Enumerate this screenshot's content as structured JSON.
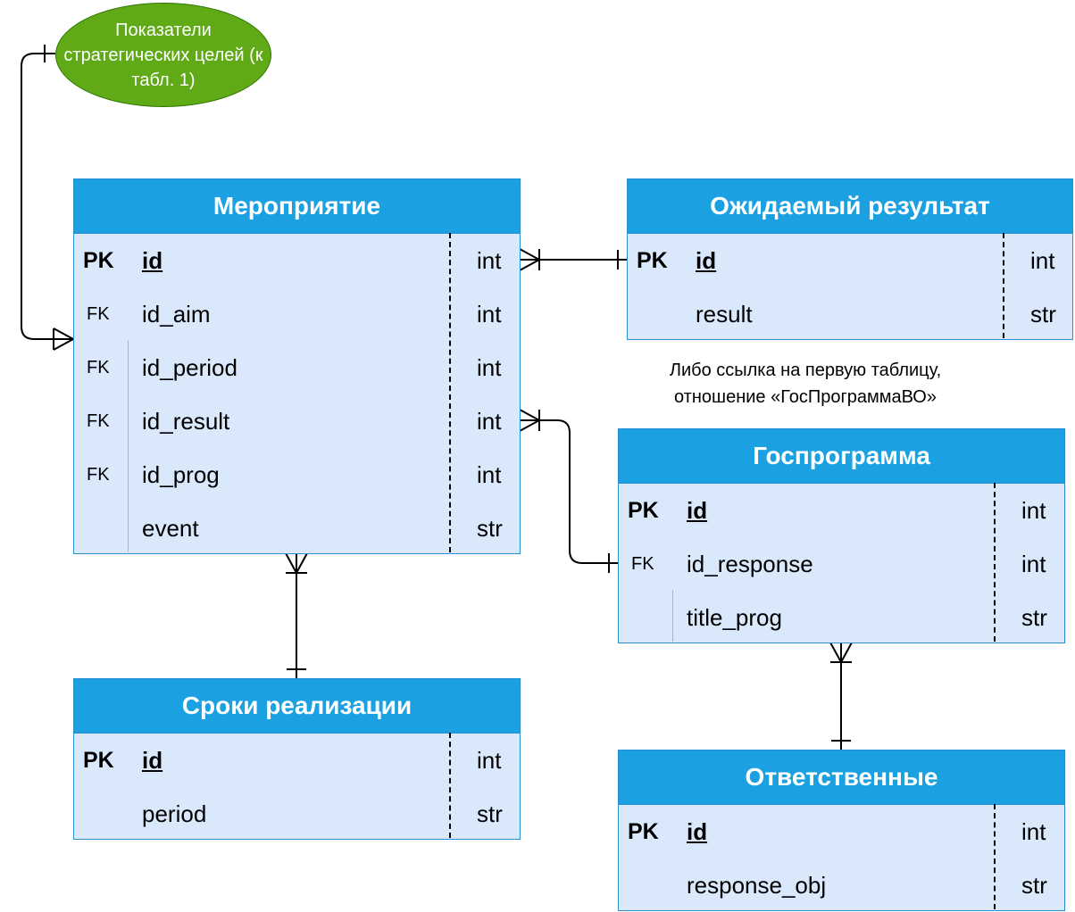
{
  "goals_ellipse": {
    "label": "Показатели стратегических целей (к табл. 1)"
  },
  "note": {
    "line1": "Либо ссылка на первую таблицу,",
    "line2": "отношение «ГосПрограммаВО»"
  },
  "entities": {
    "event": {
      "title": "Мероприятие",
      "rows": [
        {
          "key": "PK",
          "name": "id",
          "type": "int"
        },
        {
          "key": "FK",
          "name": "id_aim",
          "type": "int"
        },
        {
          "key": "FK",
          "name": "id_period",
          "type": "int"
        },
        {
          "key": "FK",
          "name": "id_result",
          "type": "int"
        },
        {
          "key": "FK",
          "name": "id_prog",
          "type": "int"
        },
        {
          "key": "",
          "name": "event",
          "type": "str"
        }
      ]
    },
    "result": {
      "title": "Ожидаемый результат",
      "rows": [
        {
          "key": "PK",
          "name": "id",
          "type": "int"
        },
        {
          "key": "",
          "name": "result",
          "type": "str"
        }
      ]
    },
    "program": {
      "title": "Госпрограмма",
      "rows": [
        {
          "key": "PK",
          "name": "id",
          "type": "int"
        },
        {
          "key": "FK",
          "name": "id_response",
          "type": "int"
        },
        {
          "key": "",
          "name": "title_prog",
          "type": "str"
        }
      ]
    },
    "period": {
      "title": "Сроки реализации",
      "rows": [
        {
          "key": "PK",
          "name": "id",
          "type": "int"
        },
        {
          "key": "",
          "name": "period",
          "type": "str"
        }
      ]
    },
    "responsible": {
      "title": "Ответственные",
      "rows": [
        {
          "key": "PK",
          "name": "id",
          "type": "int"
        },
        {
          "key": "",
          "name": "response_obj",
          "type": "str"
        }
      ]
    }
  },
  "relations": [
    {
      "from": "goals",
      "to": "event.id_aim",
      "from_end": "one",
      "to_end": "many"
    },
    {
      "from": "event.id",
      "to": "result.id",
      "from_end": "many",
      "to_end": "one"
    },
    {
      "from": "event.id_result",
      "to": "program.id_response",
      "from_end": "many",
      "to_end": "one"
    },
    {
      "from": "event",
      "to": "period",
      "from_end": "many",
      "to_end": "one"
    },
    {
      "from": "program",
      "to": "responsible",
      "from_end": "many",
      "to_end": "one"
    }
  ]
}
